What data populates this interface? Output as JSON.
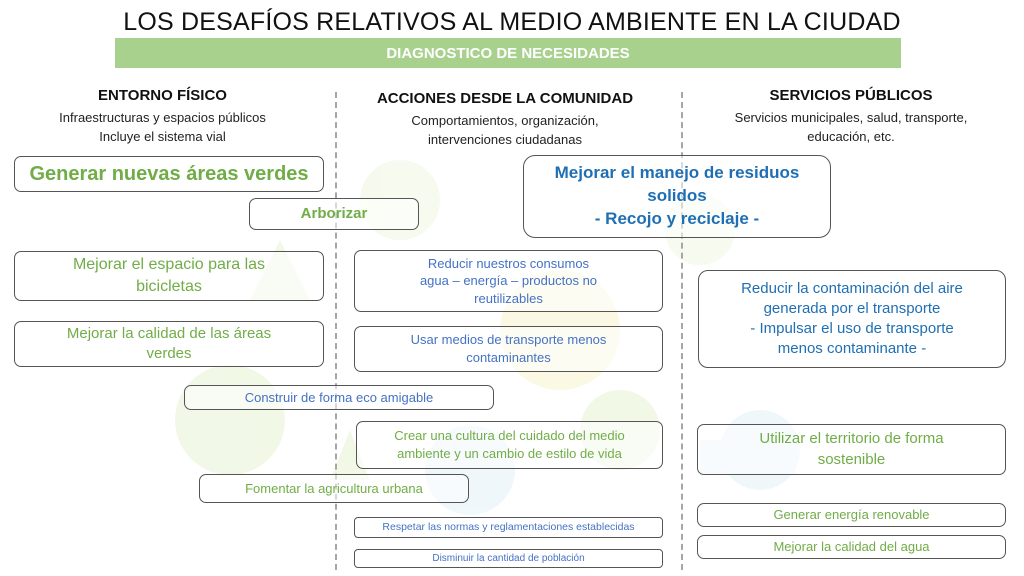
{
  "title": "LOS DESAFÍOS RELATIVOS AL MEDIO AMBIENTE EN LA CIUDAD",
  "subtitle": "DIAGNOSTICO DE NECESIDADES",
  "colors": {
    "green": "#70ad47",
    "blue": "#4472c4",
    "dark_blue": "#1f6fb4",
    "bar": "#a9d18e"
  },
  "columns": {
    "entorno": {
      "heading": "ENTORNO FÍSICO",
      "sub1": "Infraestructuras  y espacios públicos",
      "sub2": "Incluye el sistema vial"
    },
    "comunidad": {
      "heading": "ACCIONES DESDE LA COMUNIDAD",
      "sub1": "Comportamientos, organización,",
      "sub2": "intervenciones  ciudadanas"
    },
    "servicios": {
      "heading": "SERVICIOS PÚBLICOS",
      "sub1": "Servicios municipales, salud, transporte,",
      "sub2": "educación, etc."
    }
  },
  "boxes": {
    "areas_verdes": "Generar nuevas áreas verdes",
    "arborizar": "Arborizar",
    "bicicletas_1": "Mejorar el espacio para las",
    "bicicletas_2": "bicicletas",
    "calidad_verdes_1": "Mejorar la calidad de las áreas",
    "calidad_verdes_2": "verdes",
    "construir": "Construir de forma eco amigable",
    "agricultura": "Fomentar la agricultura urbana",
    "residuos_1": "Mejorar el manejo de residuos",
    "residuos_2": "solidos",
    "residuos_3": "- Recojo y reciclaje -",
    "consumos_1": "Reducir nuestros consumos",
    "consumos_2": "agua – energía – productos no",
    "consumos_3": "reutilizables",
    "transporte_1": "Usar medios de transporte menos",
    "transporte_2": "contaminantes",
    "cultura_1": "Crear una cultura del cuidado del medio",
    "cultura_2": "ambiente y un cambio de estilo de vida",
    "normas": "Respetar las normas y reglamentaciones establecidas",
    "poblacion": "Disminuir la cantidad de población",
    "aire_1": "Reducir la contaminación del aire",
    "aire_2": "generada por el transporte",
    "aire_3": "- Impulsar el uso de transporte",
    "aire_4": "menos contaminante -",
    "territorio_1": "Utilizar el territorio de forma",
    "territorio_2": "sostenible",
    "energia": "Generar  energía renovable",
    "agua": "Mejorar  la calidad del agua"
  }
}
